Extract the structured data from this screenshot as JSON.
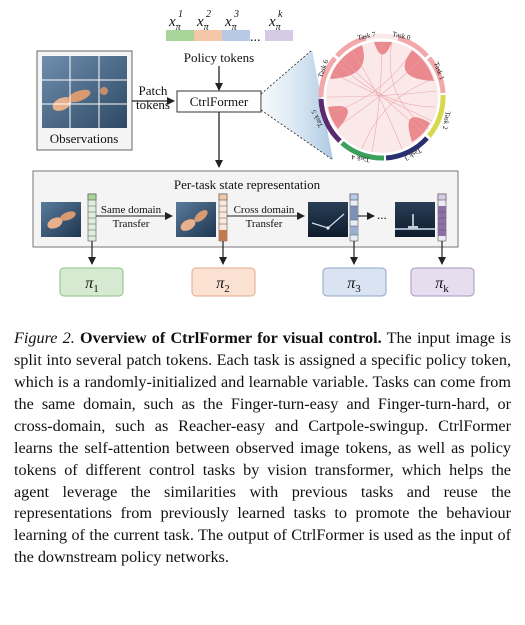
{
  "figure": {
    "policy_tokens": [
      "x",
      "x",
      "x",
      "x"
    ],
    "policy_token_sup": [
      "1",
      "2",
      "3",
      "k"
    ],
    "policy_token_sub": [
      "π",
      "π",
      "π",
      "π"
    ],
    "policy_token_ellipsis": "...",
    "policy_tokens_label": "Policy tokens",
    "patch_tokens_label": [
      "Patch",
      "tokens"
    ],
    "ctrlformer_label": "CtrlFormer",
    "observations_label": "Observations",
    "attention_tasks": [
      "Task 7",
      "Task 0",
      "Task 1",
      "Task 2",
      "Task 3",
      "Task 4",
      "Task 5",
      "Task 6"
    ],
    "per_task_label": "Per-task state representation",
    "same_domain_label": [
      "Same domain",
      "Transfer"
    ],
    "cross_domain_label": [
      "Cross domain",
      "Transfer"
    ],
    "frame_ellipsis": "...",
    "policies": [
      {
        "symbol": "π",
        "sub": "1",
        "fill": "#d5ead0",
        "stroke": "#8dbf85"
      },
      {
        "symbol": "π",
        "sub": "2",
        "fill": "#fbe1d2",
        "stroke": "#e3a988"
      },
      {
        "symbol": "π",
        "sub": "3",
        "fill": "#d9e3f2",
        "stroke": "#8fa4c8"
      },
      {
        "symbol": "π",
        "sub": "k",
        "fill": "#e6ddef",
        "stroke": "#a895c2"
      }
    ],
    "colors": {
      "token_green": "#a8d59a",
      "token_peach": "#f4c7a8",
      "token_blue": "#b8c9e6",
      "token_purple": "#d6cbe6",
      "chord_red": "#e87a80"
    }
  },
  "caption": {
    "label": "Figure 2.",
    "title": "Overview of CtrlFormer for visual control.",
    "body": "The input image is split into several patch tokens. Each task is assigned a specific policy token, which is a randomly-initialized and learnable variable. Tasks can come from the same domain, such as the Finger-turn-easy and Finger-turn-hard, or cross-domain, such as Reacher-easy and Cartpole-swingup. CtrlFormer learns the self-attention between observed image tokens, as well as policy tokens of different control tasks by vision transformer, which helps the agent leverage the similarities with previous tasks and reuse the representations from previously learned tasks to promote the behaviour learning of the current task. The output of CtrlFormer is used as the input of the downstream policy networks."
  }
}
